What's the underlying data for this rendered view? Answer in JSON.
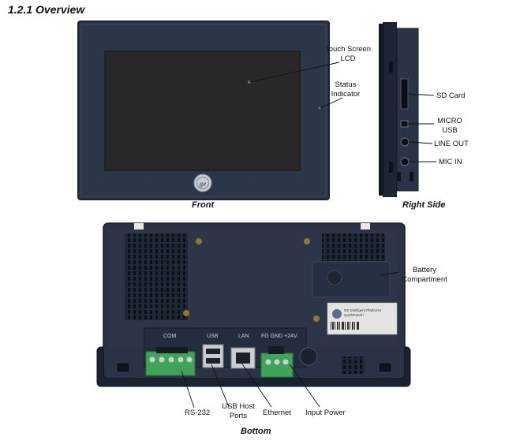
{
  "section_heading": "1.2.1  Overview",
  "captions": {
    "front": "Front",
    "right_side": "Right Side",
    "bottom": "Bottom"
  },
  "callouts": {
    "touch_screen_lcd": [
      "Touch Screen",
      "LCD"
    ],
    "status_indicator": [
      "Status",
      "Indicator"
    ],
    "sd_card": "SD Card",
    "micro_usb": [
      "MICRO",
      "USB"
    ],
    "line_out": "LINE OUT",
    "mic_in": "MIC IN",
    "battery_compartment": [
      "Battery",
      "Compartment"
    ],
    "rs232": "RS-232",
    "usb_host_ports": [
      "USB Host",
      "Ports"
    ],
    "ethernet": "Ethernet",
    "input_power": "Input Power"
  },
  "port_silkscreen": {
    "com": "COM",
    "usb": "USB",
    "lan": "LAN",
    "power": "FG  GND  +24V"
  },
  "device_label": {
    "brand": "GE Intelligent Platforms",
    "model": "QuickPanel+"
  },
  "colors": {
    "bezel": "#2b3548",
    "bezel_edge": "#1d2533",
    "screen": "#2a2a2a",
    "terminal_green": "#3fa35a",
    "leader_line": "#111111"
  }
}
